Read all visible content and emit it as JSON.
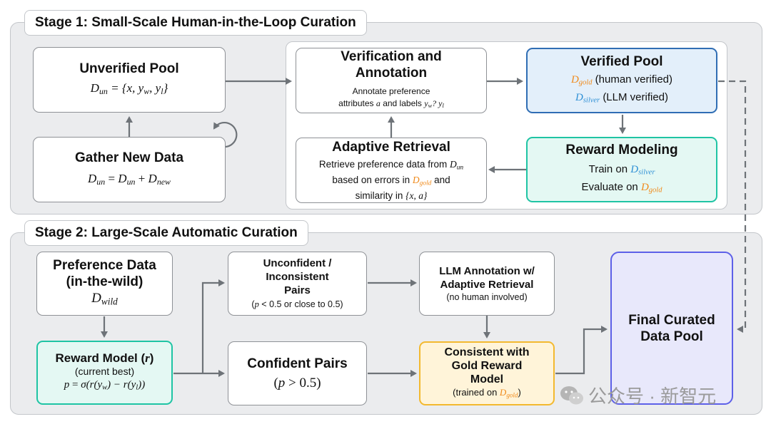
{
  "stage1": {
    "title": "Stage 1: Small-Scale Human-in-the-Loop Curation",
    "unverified_pool": {
      "title": "Unverified Pool",
      "formula_lhs": "D",
      "formula_sub": "un",
      "formula_rhs": " = {x, y",
      "formula_w": "w",
      "formula_mid": ", y",
      "formula_l": "l",
      "formula_end": "}"
    },
    "gather": {
      "title": "Gather New Data",
      "formula": "D_un = D_un + D_new"
    },
    "verification": {
      "title_line1": "Verification and",
      "title_line2": "Annotation",
      "desc_line1": "Annotate preference",
      "desc_line2_pre": "attributes ",
      "desc_line2_a": "a",
      "desc_line2_mid": " and labels ",
      "desc_line2_end": "y_w? y_l"
    },
    "verified_pool": {
      "title": "Verified Pool",
      "gold_note": "(human verified)",
      "silver_note": "(LLM verified)"
    },
    "adaptive": {
      "title": "Adaptive Retrieval",
      "line1": "Retrieve preference data from ",
      "line2_pre": "based on errors in ",
      "line2_post": " and",
      "line3": "similarity in ",
      "line3_set": "{x, a}"
    },
    "reward_modeling": {
      "title": "Reward Modeling",
      "train": "Train on ",
      "evaluate": "Evaluate on "
    }
  },
  "stage2": {
    "title": "Stage 2: Large-Scale Automatic Curation",
    "preference": {
      "line1": "Preference Data",
      "line2": "(in-the-wild)"
    },
    "reward_model": {
      "title": "Reward Model (",
      "title_r": "r",
      "title_end": ")",
      "sub": "(current best)"
    },
    "unconfident": {
      "line1": "Unconfident /",
      "line2": "Inconsistent",
      "line3": "Pairs",
      "cond": "< 0.5 or close to 0.5)"
    },
    "confident": {
      "title": "Confident Pairs",
      "cond": "> 0.5)"
    },
    "llm": {
      "line1": "LLM Annotation w/",
      "line2": "Adaptive Retrieval",
      "line3": "(no human involved)"
    },
    "consistent": {
      "line1": "Consistent with",
      "line2": "Gold Reward",
      "line3": "Model",
      "trained": "(trained on "
    },
    "final": {
      "line1": "Final Curated",
      "line2": "Data Pool"
    }
  },
  "watermark": {
    "text": "公众号 · 新智元"
  },
  "colors": {
    "gold": "#f08a1a",
    "silver": "#2d8fd5",
    "teal": "#1fc4a4",
    "blue": "#2f6db4",
    "purple": "#5d60e8",
    "yellow": "#f3b92f"
  }
}
